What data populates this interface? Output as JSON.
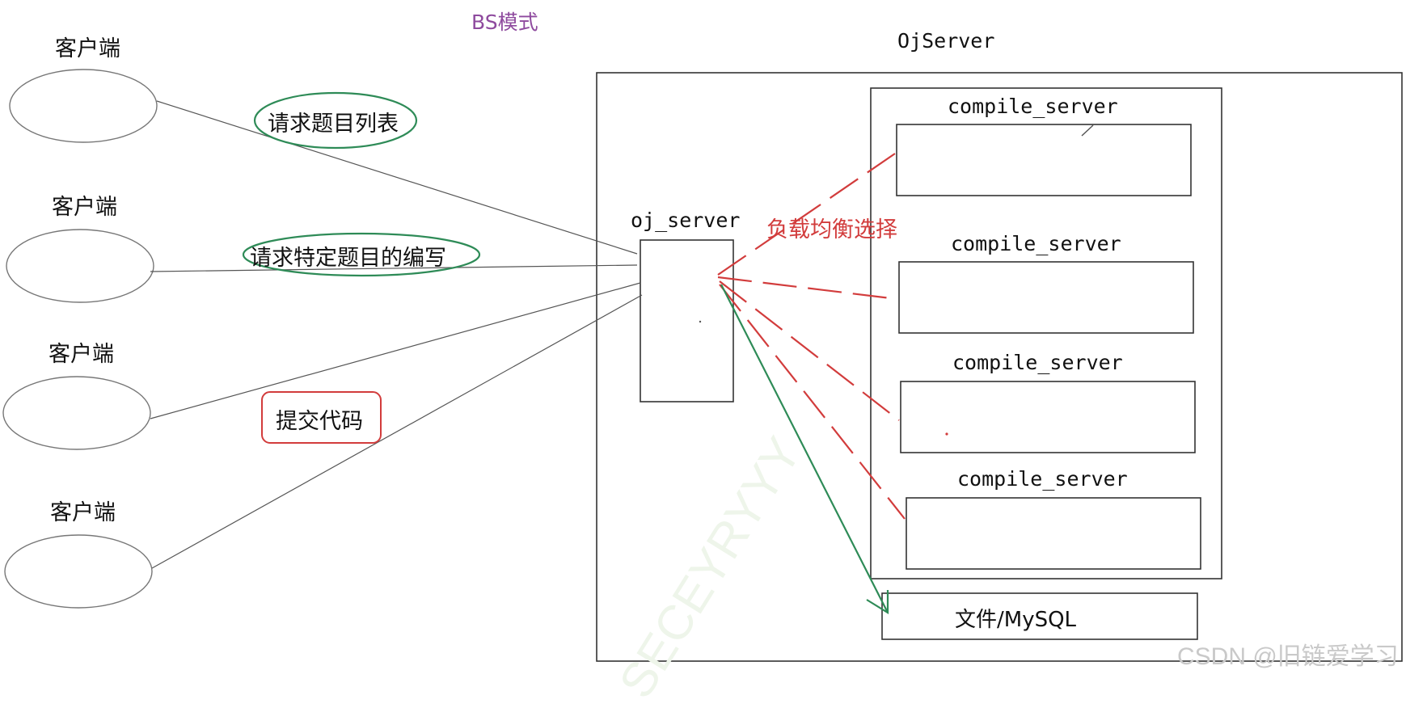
{
  "diagram": {
    "mode_title": "BS模式",
    "server_title": "OjServer",
    "client_label": "客户端",
    "oj_server_label": "oj_server",
    "compile_server_label": "compile_server",
    "load_balance_label": "负载均衡选择",
    "storage_label": "文件/MySQL",
    "requests": {
      "list": "请求题目列表",
      "specific": "请求特定题目的编写",
      "submit": "提交代码"
    }
  },
  "watermark": {
    "csdn": "CSDN @旧链爱学习",
    "diagonal": "SECEYRYYY"
  },
  "colors": {
    "line": "#555555",
    "box": "#333333",
    "green": "#2e8b57",
    "red": "#d23c3c",
    "purple": "#8e4a9e"
  }
}
